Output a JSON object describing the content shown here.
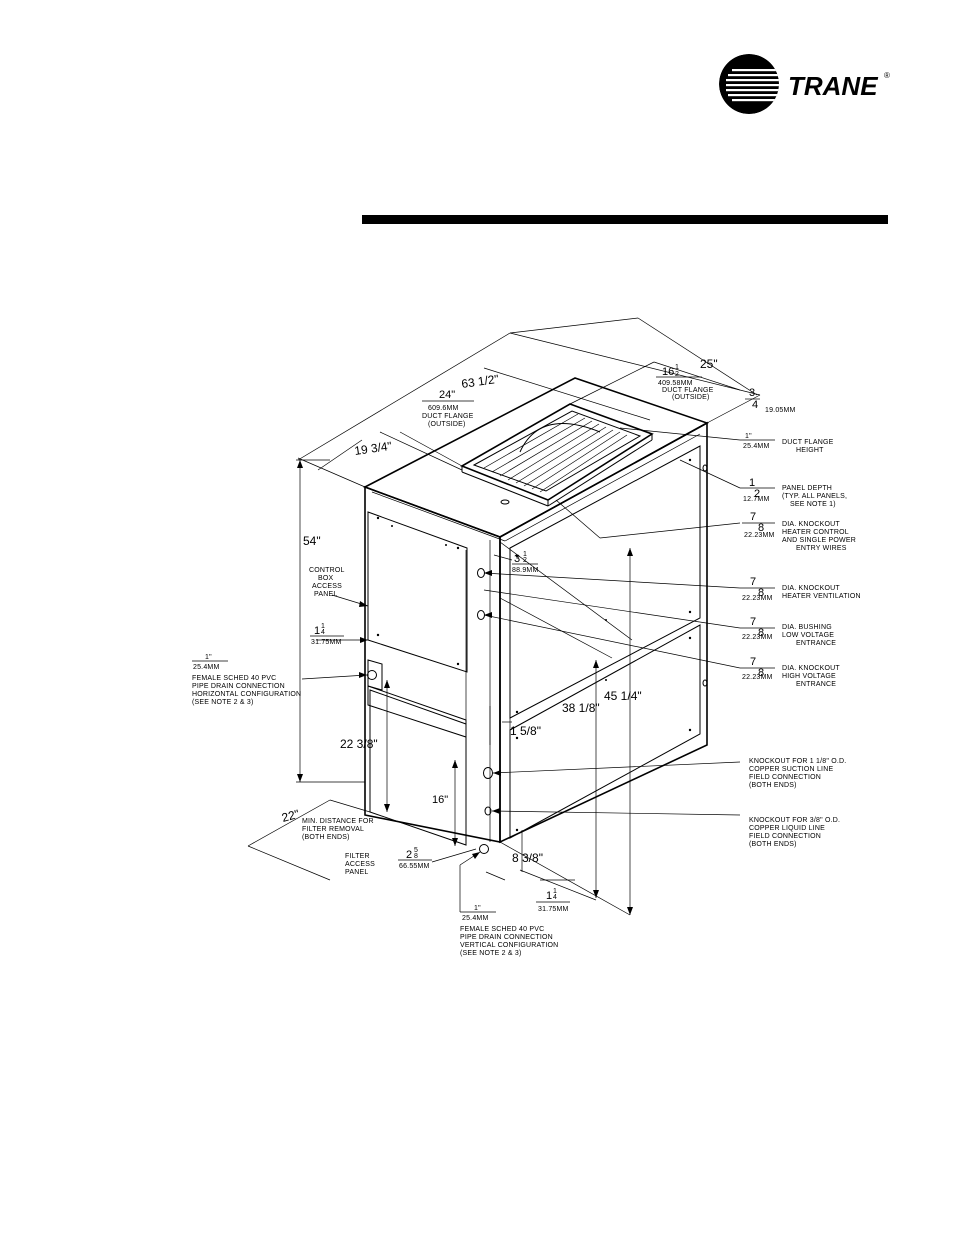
{
  "brand": {
    "name": "TRANE",
    "reg": "®"
  },
  "dims": {
    "d63": "63 1/2\"",
    "d25": "25\"",
    "d34_num": "3",
    "d34_den": "4",
    "d34_mm": "19.05MM",
    "d16_whole": "16",
    "d16_num": "1",
    "d16_den": "2",
    "d16_mm": "409.58MM",
    "d16_t1": "DUCT FLANGE",
    "d16_t2": "(OUTSIDE)",
    "d24": "24\"",
    "d24_mm": "609.6MM",
    "d24_t1": "DUCT FLANGE",
    "d24_t2": "(OUTSIDE)",
    "d1934": "19 3/4\"",
    "d54": "54\"",
    "d1_top": "1\"",
    "d1_top_mm": "25.4MM",
    "d1_top_t1": "DUCT FLANGE",
    "d1_top_t2": "HEIGHT",
    "d12_num": "1",
    "d12_den": "2",
    "d12_mm": "12.7MM",
    "d12_t1": "PANEL DEPTH",
    "d12_t2": "(TYP. ALL PANELS,",
    "d12_t3": "SEE NOTE 1)",
    "d78a_mm": "22.23MM",
    "d78a_t1": "DIA.  KNOCKOUT",
    "d78a_t2": "HEATER CONTROL",
    "d78a_t3": "AND SINGLE POWER",
    "d78a_t4": "ENTRY WIRES",
    "d312_whole": "3",
    "d312_num": "1",
    "d312_den": "2",
    "d312_mm": "88.9MM",
    "d78b_mm": "22.23MM",
    "d78b_t1": "DIA.  KNOCKOUT",
    "d78b_t2": "HEATER  VENTILATION",
    "d78c_mm": "22.23MM",
    "d78c_t1": "DIA.  BUSHING",
    "d78c_t2": "LOW VOLTAGE",
    "d78c_t3": "ENTRANCE",
    "d78d_mm": "22.23MM",
    "d78d_t1": "DIA.  KNOCKOUT",
    "d78d_t2": "HIGH VOLTAGE",
    "d78d_t3": "ENTRANCE",
    "frac_7": "7",
    "frac_8": "8",
    "cb_t1": "CONTROL",
    "cb_t2": "BOX",
    "cb_t3": "ACCESS",
    "cb_t4": "PANEL",
    "d114a_whole": "1",
    "d114a_num": "1",
    "d114a_den": "4",
    "d114a_mm": "31.75MM",
    "d1_left": "1\"",
    "d1_left_mm": "25.4MM",
    "hd_t1": "FEMALE SCHED 40 PVC",
    "hd_t2": "PIPE DRAIN CONNECTION",
    "hd_t3": "HORIZONTAL CONFIGURATION",
    "hd_t4": "(SEE NOTE 2 & 3)",
    "d4514": "45 1/4\"",
    "d3818": "38 1/8\"",
    "d158": "1 5/8\"",
    "d2238": "22 3/8\"",
    "d16": "16\"",
    "ks_t1": "KNOCKOUT FOR 1 1/8\" O.D.",
    "ks_t2": "COPPER SUCTION LINE",
    "ks_t3": "FIELD CONNECTION",
    "ks_t4": "(BOTH ENDS)",
    "kl_t1": "KNOCKOUT FOR 3/8\" O.D.",
    "kl_t2": "COPPER LIQUID LINE",
    "kl_t3": "FIELD CONNECTION",
    "kl_t4": "(BOTH ENDS)",
    "d22": "22\"",
    "d22_t1": "MIN. DISTANCE FOR",
    "d22_t2": "FILTER REMOVAL",
    "d22_t3": "(BOTH ENDS)",
    "fa_t1": "FILTER",
    "fa_t2": "ACCESS",
    "fa_t3": "PANEL",
    "d258_whole": "2",
    "d258_num": "5",
    "d258_den": "8",
    "d258_mm": "66.55MM",
    "d838": "8 3/8\"",
    "d114b_whole": "1",
    "d114b_num": "1",
    "d114b_den": "4",
    "d114b_mm": "31.75MM",
    "d1_bot": "1\"",
    "d1_bot_mm": "25.4MM",
    "vd_t1": "FEMALE SCHED 40 PVC",
    "vd_t2": "PIPE DRAIN CONNECTION",
    "vd_t3": "VERTICAL  CONFIGURATION",
    "vd_t4": "(SEE NOTE 2 & 3)"
  }
}
